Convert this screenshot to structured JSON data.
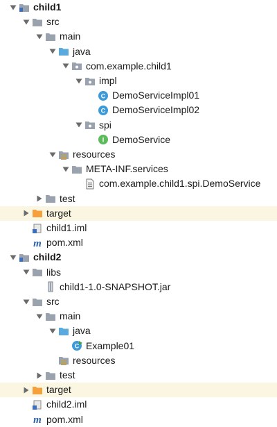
{
  "tree": [
    {
      "label": "child1",
      "depth": 0,
      "expand": "open",
      "icon": "module-folder",
      "bold": true
    },
    {
      "label": "src",
      "depth": 1,
      "expand": "open",
      "icon": "folder"
    },
    {
      "label": "main",
      "depth": 2,
      "expand": "open",
      "icon": "folder"
    },
    {
      "label": "java",
      "depth": 3,
      "expand": "open",
      "icon": "source-root-folder"
    },
    {
      "label": "com.example.child1",
      "depth": 4,
      "expand": "open",
      "icon": "package"
    },
    {
      "label": "impl",
      "depth": 5,
      "expand": "open",
      "icon": "package"
    },
    {
      "label": "DemoServiceImpl01",
      "depth": 6,
      "expand": "none",
      "icon": "class"
    },
    {
      "label": "DemoServiceImpl02",
      "depth": 6,
      "expand": "none",
      "icon": "class"
    },
    {
      "label": "spi",
      "depth": 5,
      "expand": "open",
      "icon": "package"
    },
    {
      "label": "DemoService",
      "depth": 6,
      "expand": "none",
      "icon": "interface"
    },
    {
      "label": "resources",
      "depth": 3,
      "expand": "open",
      "icon": "resources-folder"
    },
    {
      "label": "META-INF.services",
      "depth": 4,
      "expand": "open",
      "icon": "folder"
    },
    {
      "label": "com.example.child1.spi.DemoService",
      "depth": 5,
      "expand": "none",
      "icon": "text-file"
    },
    {
      "label": "test",
      "depth": 2,
      "expand": "closed",
      "icon": "folder"
    },
    {
      "label": "target",
      "depth": 1,
      "expand": "closed",
      "icon": "excluded-folder",
      "highlight": true
    },
    {
      "label": "child1.iml",
      "depth": 1,
      "expand": "none",
      "icon": "iml-file"
    },
    {
      "label": "pom.xml",
      "depth": 1,
      "expand": "none",
      "icon": "maven-file"
    },
    {
      "label": "child2",
      "depth": 0,
      "expand": "open",
      "icon": "module-folder",
      "bold": true
    },
    {
      "label": "libs",
      "depth": 1,
      "expand": "open",
      "icon": "folder"
    },
    {
      "label": "child1-1.0-SNAPSHOT.jar",
      "depth": 2,
      "expand": "none",
      "icon": "jar-file"
    },
    {
      "label": "src",
      "depth": 1,
      "expand": "open",
      "icon": "folder"
    },
    {
      "label": "main",
      "depth": 2,
      "expand": "open",
      "icon": "folder"
    },
    {
      "label": "java",
      "depth": 3,
      "expand": "open",
      "icon": "source-root-folder"
    },
    {
      "label": "Example01",
      "depth": 4,
      "expand": "none",
      "icon": "runnable-class"
    },
    {
      "label": "resources",
      "depth": 3,
      "expand": "none",
      "icon": "resources-folder"
    },
    {
      "label": "test",
      "depth": 2,
      "expand": "closed",
      "icon": "folder"
    },
    {
      "label": "target",
      "depth": 1,
      "expand": "closed",
      "icon": "excluded-folder",
      "highlight": true
    },
    {
      "label": "child2.iml",
      "depth": 1,
      "expand": "none",
      "icon": "iml-file"
    },
    {
      "label": "pom.xml",
      "depth": 1,
      "expand": "none",
      "icon": "maven-file"
    }
  ],
  "colors": {
    "folder": "#9aa3ad",
    "source_root": "#5aaadf",
    "excluded": "#f5a03a",
    "class": "#3d9ad9",
    "interface": "#5dbb5d",
    "maven": "#2a5fad",
    "highlight": "#fbf6e2"
  }
}
